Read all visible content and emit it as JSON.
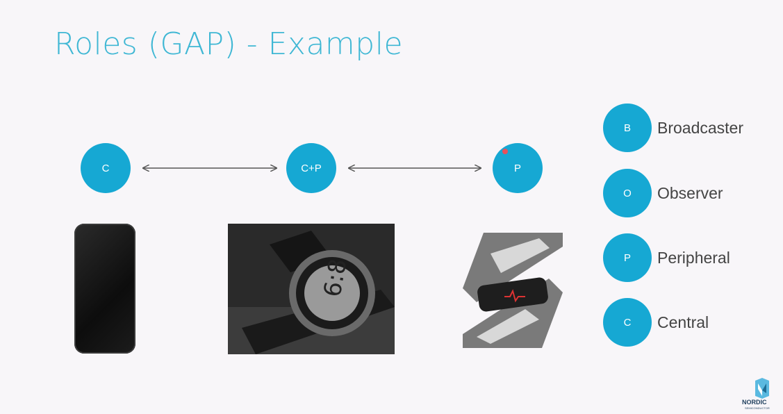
{
  "slide": {
    "title": "Roles (GAP) - Example"
  },
  "diagram": {
    "nodes": [
      {
        "id": "c",
        "label": "C"
      },
      {
        "id": "cp",
        "label": "C+P"
      },
      {
        "id": "p",
        "label": "P"
      }
    ]
  },
  "legend": [
    {
      "abbr": "B",
      "label": "Broadcaster"
    },
    {
      "abbr": "O",
      "label": "Observer"
    },
    {
      "abbr": "P",
      "label": "Peripheral"
    },
    {
      "abbr": "C",
      "label": "Central"
    }
  ],
  "branding": {
    "logo_text": "NORDIC",
    "logo_sub": "SEMICONDUCTOR"
  },
  "colors": {
    "accent": "#16a8d3",
    "title": "#3fb7d4"
  }
}
